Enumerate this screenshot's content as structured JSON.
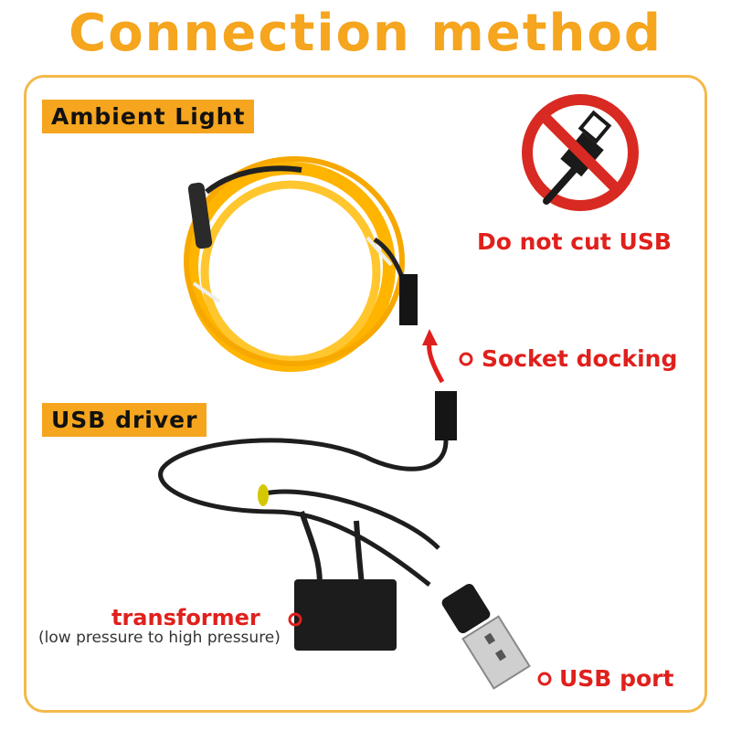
{
  "title": "Connection method",
  "labels": {
    "ambient_light": "Ambient Light",
    "usb_driver": "USB driver",
    "do_not_cut": "Do not cut USB",
    "socket_docking": "Socket docking",
    "transformer": "transformer",
    "transformer_note": "(low pressure to high pressure)",
    "usb_port": "USB port"
  },
  "colors": {
    "accent": "#f5a51e",
    "warning_red": "#e0201c",
    "wire_yellow": "#ffb400"
  },
  "icons": [
    "no-usb-cut-icon",
    "pointer-bullet-icon",
    "up-arrow-icon"
  ]
}
